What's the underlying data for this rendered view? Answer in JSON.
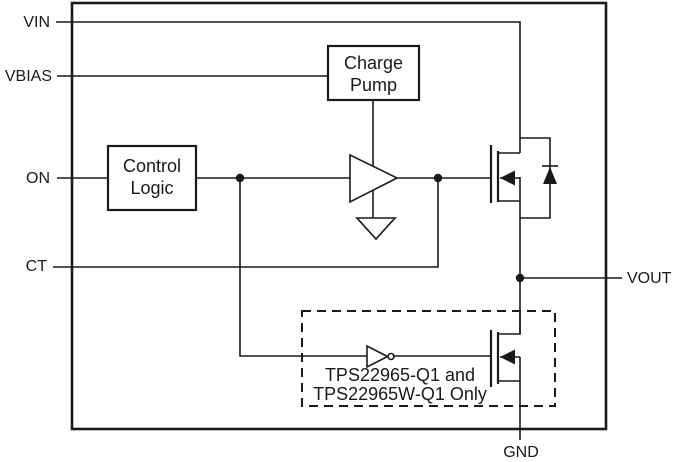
{
  "diagram": {
    "type": "functional-block-diagram",
    "pins": {
      "vin": "VIN",
      "vbias": "VBIAS",
      "on": "ON",
      "ct": "CT",
      "vout": "VOUT",
      "gnd": "GND"
    },
    "blocks": {
      "control_logic": {
        "line1": "Control",
        "line2": "Logic"
      },
      "charge_pump": {
        "line1": "Charge",
        "line2": "Pump"
      }
    },
    "symbols": {
      "buffer": "driver-buffer",
      "inverter": "inverter-with-bubble",
      "pass_fet": "n-channel-mosfet-with-body-diode",
      "discharge_fet": "n-channel-mosfet",
      "ground": "ground-symbol"
    },
    "variant_note": {
      "line1": "TPS22965-Q1 and",
      "line2": "TPS22965W-Q1 Only"
    },
    "colors": {
      "line": "#1a1a1a",
      "background": "#ffffff"
    }
  }
}
